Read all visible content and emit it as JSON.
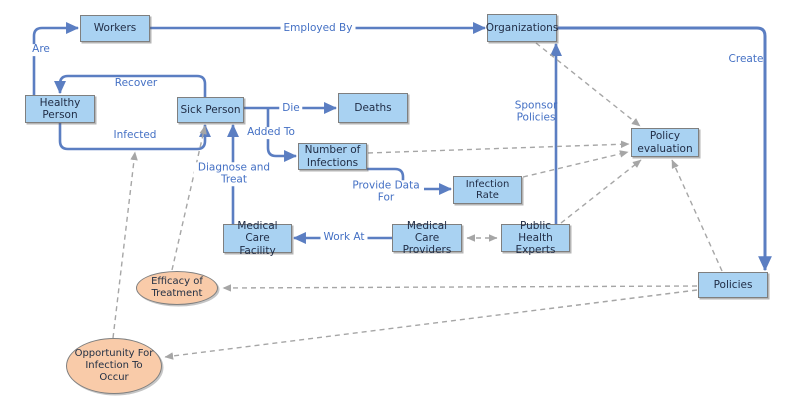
{
  "diagram_type": "concept-flow-diagram",
  "colors": {
    "node_fill": "#A9D2F2",
    "node_border": "#7F7F7F",
    "ellipse_fill": "#F9CBA9",
    "connector_blue": "#5B7EC2",
    "edge_label_blue": "#4470C4",
    "dashed_gray": "#A6A6A6",
    "node_text": "#1F2B44",
    "background": "#FFFFFF"
  },
  "nodes": {
    "workers": {
      "label": "Workers",
      "shape": "rect"
    },
    "organizations": {
      "label": "Organizations",
      "shape": "rect"
    },
    "healthy_person": {
      "label": "Healthy Person",
      "shape": "rect"
    },
    "sick_person": {
      "label": "Sick Person",
      "shape": "rect"
    },
    "deaths": {
      "label": "Deaths",
      "shape": "rect"
    },
    "number_of_infections": {
      "label": "Number of Infections",
      "shape": "rect"
    },
    "infection_rate": {
      "label": "Infection Rate",
      "shape": "rect"
    },
    "medical_care_facility": {
      "label": "Medical Care Facility",
      "shape": "rect"
    },
    "medical_care_providers": {
      "label": "Medical Care Providers",
      "shape": "rect"
    },
    "public_health_experts": {
      "label": "Public Health Experts",
      "shape": "rect"
    },
    "policy_evaluation": {
      "label": "Policy evaluation",
      "shape": "rect"
    },
    "policies": {
      "label": "Policies",
      "shape": "rect"
    },
    "efficacy_of_treatment": {
      "label": "Efficacy of Treatment",
      "shape": "ellipse"
    },
    "opportunity_for_infection": {
      "label": "Opportunity For Infection To Occur",
      "shape": "ellipse"
    }
  },
  "edge_labels": {
    "are": "Are",
    "employed_by": "Employed By",
    "recover": "Recover",
    "infected": "Infected",
    "die": "Die",
    "added_to": "Added To",
    "diagnose_and_treat": "Diagnose and Treat",
    "provide_data_for": "Provide Data For",
    "work_at": "Work At",
    "sponsor_policies": "Sponsor Policies",
    "create": "Create"
  },
  "edges": [
    {
      "from": "healthy_person",
      "to": "workers",
      "label": "Are",
      "style": "solid"
    },
    {
      "from": "workers",
      "to": "organizations",
      "label": "Employed By",
      "style": "solid"
    },
    {
      "from": "sick_person",
      "to": "healthy_person",
      "label": "Recover",
      "style": "solid"
    },
    {
      "from": "healthy_person",
      "to": "sick_person",
      "label": "Infected",
      "style": "solid"
    },
    {
      "from": "sick_person",
      "to": "deaths",
      "label": "Die",
      "style": "solid"
    },
    {
      "from": "sick_person",
      "to": "number_of_infections",
      "label": "Added To",
      "style": "solid"
    },
    {
      "from": "number_of_infections",
      "to": "infection_rate",
      "label": "Provide Data For",
      "style": "solid"
    },
    {
      "from": "medical_care_facility",
      "to": "sick_person",
      "label": "Diagnose and Treat",
      "style": "solid"
    },
    {
      "from": "medical_care_providers",
      "to": "medical_care_facility",
      "label": "Work At",
      "style": "solid"
    },
    {
      "from": "public_health_experts",
      "to": "organizations",
      "label": "Sponsor Policies",
      "style": "solid"
    },
    {
      "from": "organizations",
      "to": "policies",
      "label": "Create",
      "style": "solid"
    },
    {
      "from": "organizations",
      "to": "policy_evaluation",
      "label": "",
      "style": "dashed"
    },
    {
      "from": "number_of_infections",
      "to": "policy_evaluation",
      "label": "",
      "style": "dashed"
    },
    {
      "from": "infection_rate",
      "to": "policy_evaluation",
      "label": "",
      "style": "dashed"
    },
    {
      "from": "public_health_experts",
      "to": "policy_evaluation",
      "label": "",
      "style": "dashed"
    },
    {
      "from": "policies",
      "to": "policy_evaluation",
      "label": "",
      "style": "dashed"
    },
    {
      "from": "policies",
      "to": "efficacy_of_treatment",
      "label": "",
      "style": "dashed"
    },
    {
      "from": "policies",
      "to": "opportunity_for_infection",
      "label": "",
      "style": "dashed"
    },
    {
      "from": "efficacy_of_treatment",
      "to": "sick_person",
      "label": "",
      "style": "dashed"
    },
    {
      "from": "opportunity_for_infection",
      "to": "infected_link",
      "label": "",
      "style": "dashed"
    },
    {
      "from": "medical_care_providers",
      "to": "public_health_experts",
      "label": "",
      "style": "dashed-bidirectional"
    }
  ]
}
